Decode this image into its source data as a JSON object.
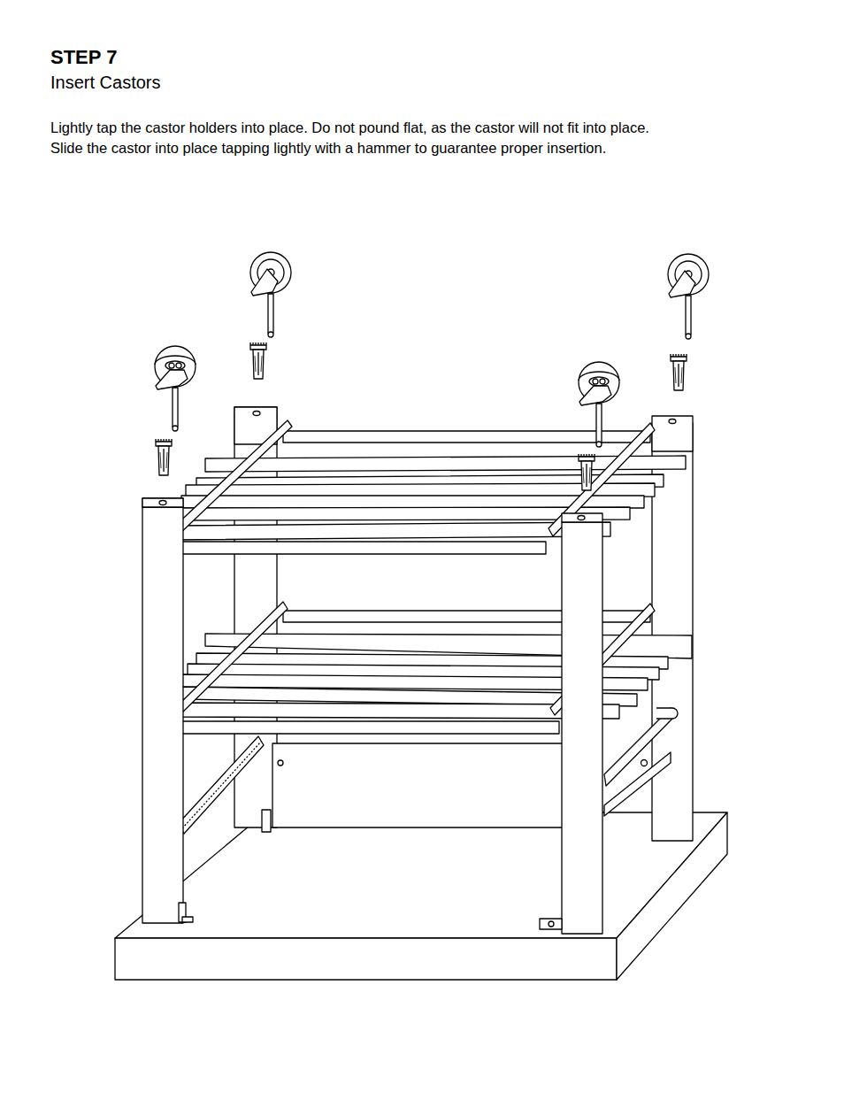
{
  "diagram": {
    "title": "STEP 7",
    "labels": [
      "Insert Castors",
      "Lightly tap the castor holders into place. Do not pound flat, as the castor will not fit into place.",
      "Slide the castor into place tapping lightly with a hammer to guarantee proper insertion."
    ]
  }
}
